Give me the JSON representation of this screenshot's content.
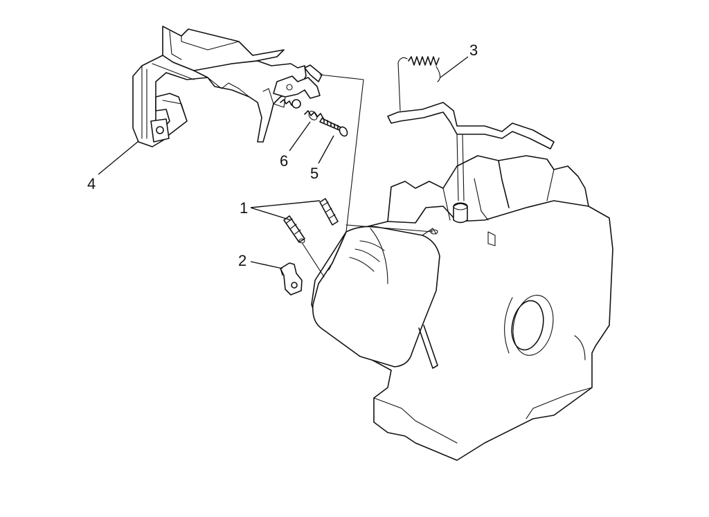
{
  "callouts": [
    {
      "id": "1",
      "text": "1"
    },
    {
      "id": "2",
      "text": "2"
    },
    {
      "id": "3",
      "text": "3"
    },
    {
      "id": "4",
      "text": "4"
    },
    {
      "id": "5",
      "text": "5"
    },
    {
      "id": "6",
      "text": "6"
    }
  ],
  "colors": {
    "line": "#111111",
    "background": "#ffffff"
  }
}
